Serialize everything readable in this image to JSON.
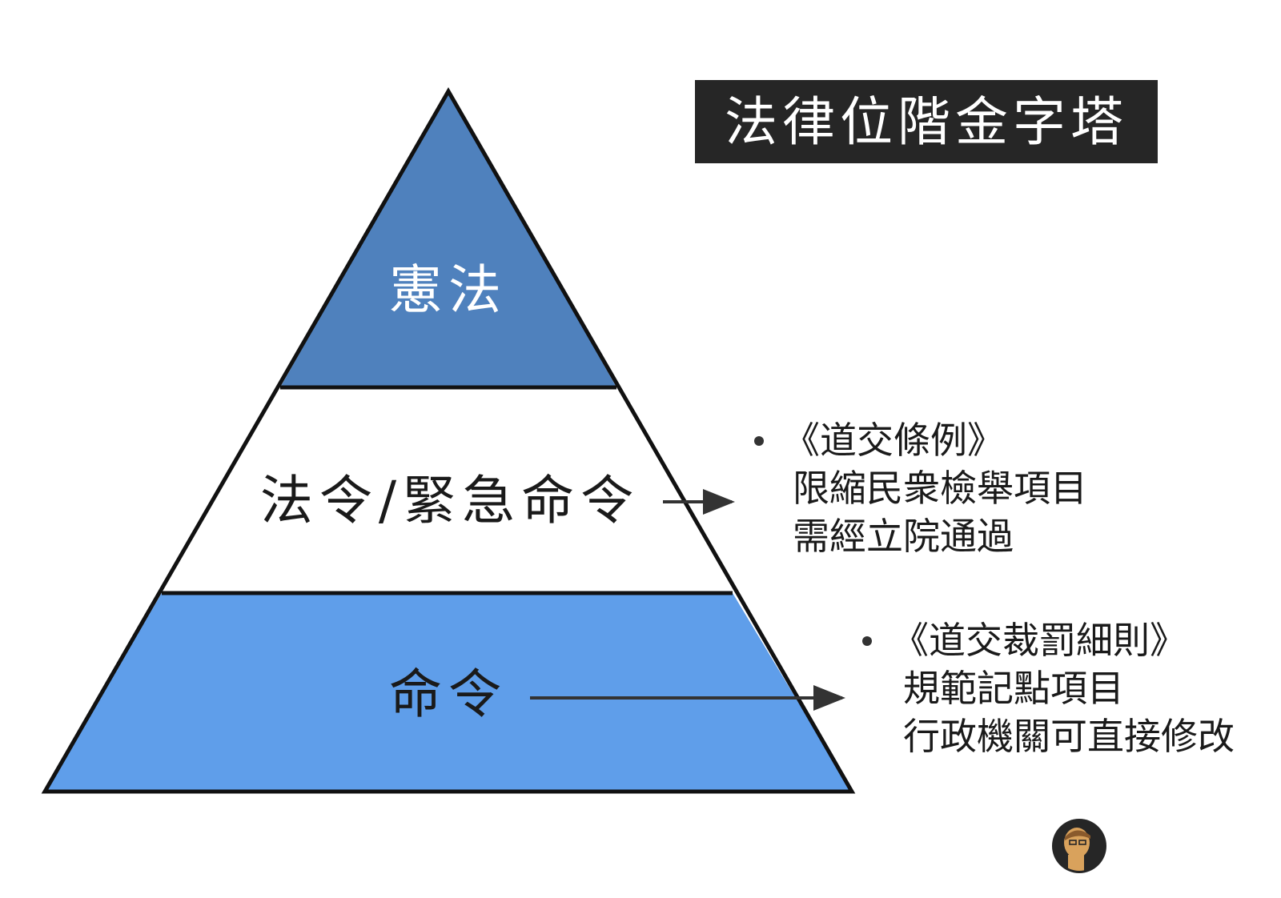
{
  "title": "法律位階金字塔",
  "tiers": [
    {
      "label": "憲法",
      "fill": "#4f81bd",
      "text_color": "#ffffff"
    },
    {
      "label": "法令/緊急命令",
      "fill": "#ffffff",
      "text_color": "#1a1a1a"
    },
    {
      "label": "命令",
      "fill": "#5f9eea",
      "text_color": "#1a1a1a"
    }
  ],
  "notes": [
    {
      "lines": [
        "《道交條例》",
        "限縮民衆檢舉項目",
        "需經立院通過"
      ]
    },
    {
      "lines": [
        "《道交裁罰細則》",
        "規範記點項目",
        "行政機關可直接修改"
      ]
    }
  ],
  "colors": {
    "title_bg": "#262626",
    "outline": "#111111",
    "arrow": "#333333",
    "logo_bg": "#262626",
    "logo_face": "#d9a25c"
  },
  "icons": {
    "logo": "avatar-head-icon"
  }
}
